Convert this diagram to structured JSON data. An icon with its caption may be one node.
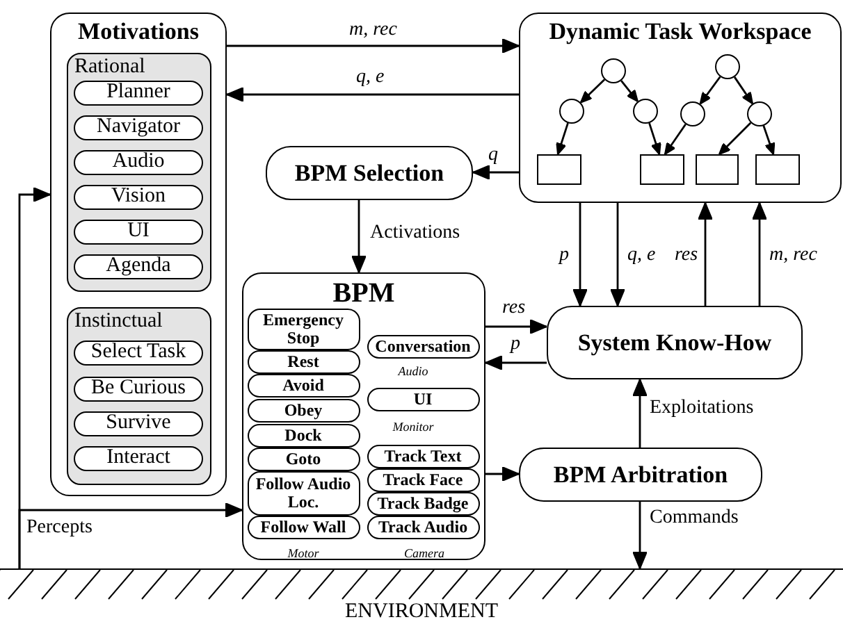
{
  "diagram": {
    "nodes": [
      {
        "text": [
          "Motivations"
        ]
      },
      {
        "text": [
          "Rational"
        ],
        "in": 0
      },
      {
        "text": [
          "Planner"
        ],
        "in": 1
      },
      {
        "text": [
          "Navigator"
        ],
        "in": 1
      },
      {
        "text": [
          "Audio"
        ],
        "in": 1
      },
      {
        "text": [
          "Vision"
        ],
        "in": 1
      },
      {
        "text": [
          "UI"
        ],
        "in": 1
      },
      {
        "text": [
          "Agenda"
        ],
        "in": 1
      },
      {
        "text": [
          "Instinctual"
        ],
        "in": 0
      },
      {
        "text": [
          "Select Task"
        ],
        "in": 8
      },
      {
        "text": [
          "Be Curious"
        ],
        "in": 8
      },
      {
        "text": [
          "Survive"
        ],
        "in": 8
      },
      {
        "text": [
          "Interact"
        ],
        "in": 8
      },
      {
        "text": [
          "Dynamic Task Workspace"
        ]
      },
      {
        "text": [],
        "shape": "circle",
        "in": 13
      },
      {
        "text": [],
        "shape": "circle",
        "in": 13
      },
      {
        "text": [],
        "shape": "circle",
        "in": 13
      },
      {
        "text": [],
        "shape": "circle",
        "in": 13
      },
      {
        "text": [],
        "shape": "circle",
        "in": 13
      },
      {
        "text": [],
        "shape": "circle",
        "in": 13
      },
      {
        "text": [],
        "shape": "box",
        "in": 13
      },
      {
        "text": [],
        "shape": "box",
        "in": 13
      },
      {
        "text": [],
        "shape": "box",
        "in": 13
      },
      {
        "text": [],
        "shape": "box",
        "in": 13
      },
      {
        "text": [
          "BPM Selection"
        ]
      },
      {
        "text": [
          "BPM"
        ]
      },
      {
        "text": [
          "Emergency Stop"
        ],
        "in": 25
      },
      {
        "text": [
          "Rest"
        ],
        "in": 25
      },
      {
        "text": [
          "Avoid"
        ],
        "in": 25
      },
      {
        "text": [
          "Obey"
        ],
        "in": 25
      },
      {
        "text": [
          "Dock"
        ],
        "in": 25
      },
      {
        "text": [
          "Goto"
        ],
        "in": 25
      },
      {
        "text": [
          "Follow Audio Loc."
        ],
        "in": 25
      },
      {
        "text": [
          "Follow Wall"
        ],
        "in": 25
      },
      {
        "text": [
          "Conversation"
        ],
        "in": 25
      },
      {
        "text": [
          "UI"
        ],
        "in": 25
      },
      {
        "text": [
          "Track Text"
        ],
        "in": 25
      },
      {
        "text": [
          "Track Face"
        ],
        "in": 25
      },
      {
        "text": [
          "Track Badge"
        ],
        "in": 25
      },
      {
        "text": [
          "Track Audio"
        ],
        "in": 25
      },
      {
        "text": [
          "System Know-How"
        ]
      },
      {
        "text": [
          "BPM Arbitration"
        ]
      },
      {
        "text": [
          "ENVIRONMENT"
        ]
      }
    ],
    "edges": [
      {
        "from": 0,
        "to": 13,
        "arrow": "to",
        "label": "m, rec"
      },
      {
        "from": 13,
        "to": 0,
        "arrow": "to",
        "label": "q, e"
      },
      {
        "from": 13,
        "to": 24,
        "arrow": "to",
        "label": "q"
      },
      {
        "from": 24,
        "to": 25,
        "arrow": "to",
        "label": "Activations"
      },
      {
        "from": 13,
        "to": 40,
        "arrow": "to",
        "label": "p"
      },
      {
        "from": 13,
        "to": 40,
        "arrow": "to",
        "label": "q, e"
      },
      {
        "from": 40,
        "to": 13,
        "arrow": "to",
        "label": "res"
      },
      {
        "from": 40,
        "to": 13,
        "arrow": "to",
        "label": "m, rec"
      },
      {
        "from": 25,
        "to": 40,
        "arrow": "to",
        "label": "res"
      },
      {
        "from": 40,
        "to": 25,
        "arrow": "to",
        "label": "p"
      },
      {
        "from": 25,
        "to": 41,
        "arrow": "to"
      },
      {
        "from": 41,
        "to": 40,
        "arrow": "to",
        "label": "Exploitations"
      },
      {
        "from": 41,
        "to": 42,
        "arrow": "to",
        "label": "Commands"
      },
      {
        "from": 42,
        "to": 0,
        "arrow": "to"
      },
      {
        "from": 42,
        "to": 25,
        "arrow": "to",
        "label": "Percepts"
      },
      {
        "from": 14,
        "to": 15,
        "arrow": "to"
      },
      {
        "from": 14,
        "to": 16,
        "arrow": "to"
      },
      {
        "from": 15,
        "to": 20,
        "arrow": "to"
      },
      {
        "from": 16,
        "to": 21,
        "arrow": "to"
      },
      {
        "from": 17,
        "to": 18,
        "arrow": "to"
      },
      {
        "from": 17,
        "to": 19,
        "arrow": "to"
      },
      {
        "from": 18,
        "to": 21,
        "arrow": "to"
      },
      {
        "from": 19,
        "to": 22,
        "arrow": "to"
      },
      {
        "from": 19,
        "to": 23,
        "arrow": "to"
      }
    ],
    "labels": [
      "Audio",
      "Monitor",
      "Motor",
      "Camera"
    ]
  }
}
